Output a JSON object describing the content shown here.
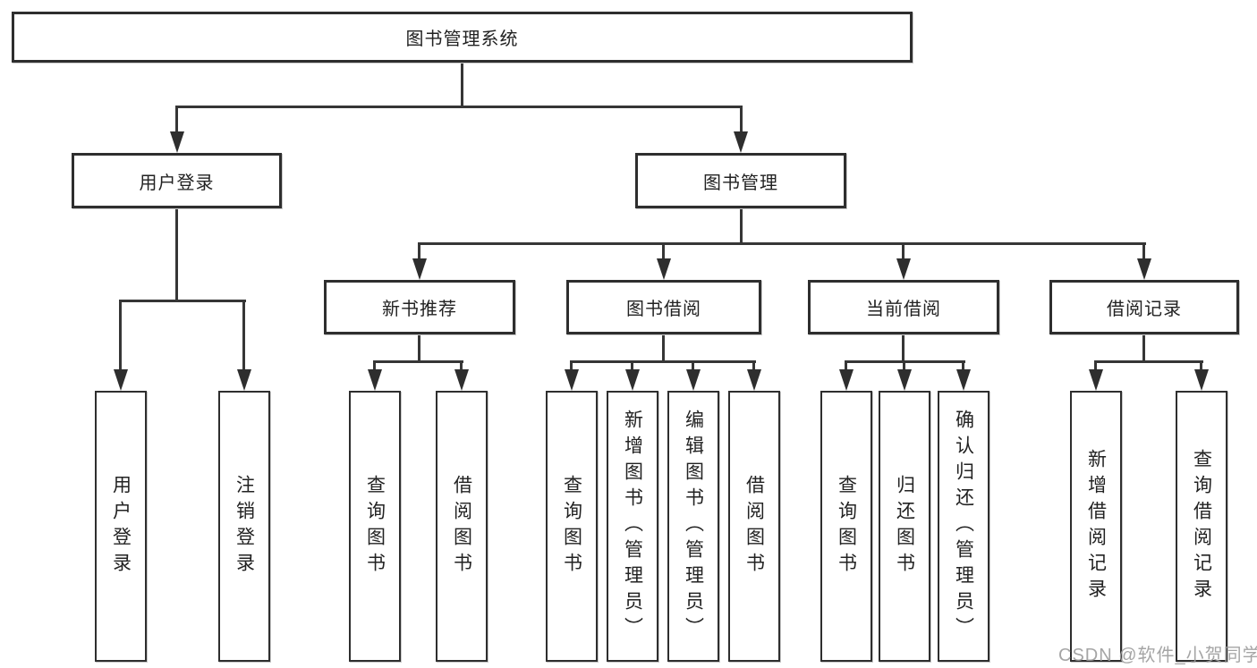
{
  "root": {
    "label": "图书管理系统"
  },
  "branches": {
    "user_login": {
      "label": "用户登录",
      "children": [
        {
          "label": "用户登录"
        },
        {
          "label": "注销登录"
        }
      ]
    },
    "book_management": {
      "label": "图书管理",
      "sections": [
        {
          "label": "新书推荐",
          "children": [
            {
              "label": "查询图书"
            },
            {
              "label": "借阅图书"
            }
          ]
        },
        {
          "label": "图书借阅",
          "children": [
            {
              "label": "查询图书"
            },
            {
              "label": "新增图书（管理员）"
            },
            {
              "label": "编辑图书（管理员）"
            },
            {
              "label": "借阅图书"
            }
          ]
        },
        {
          "label": "当前借阅",
          "children": [
            {
              "label": "查询图书"
            },
            {
              "label": "归还图书"
            },
            {
              "label": "确认归还（管理员）"
            }
          ]
        },
        {
          "label": "借阅记录",
          "children": [
            {
              "label": "新增借阅记录"
            },
            {
              "label": "查询借阅记录"
            }
          ]
        }
      ]
    }
  },
  "watermark": {
    "text": "CSDN @软件_小贺同学"
  },
  "colors": {
    "line": "#363636",
    "border": "#2e2e2e",
    "text": "#222222",
    "watermark": "#9c9c9c"
  }
}
